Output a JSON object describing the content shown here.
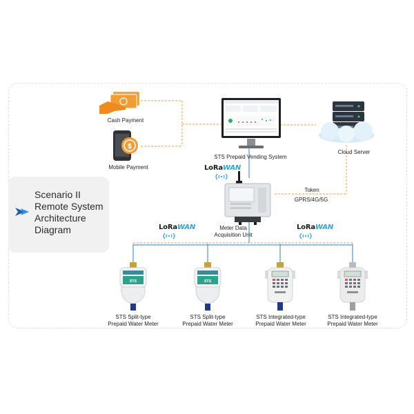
{
  "scenario": {
    "lines": [
      "Scenario II",
      "Remote System",
      "Architecture",
      "Diagram"
    ]
  },
  "nodes": {
    "cash_payment": "Cash Payment",
    "mobile_payment": "Mobile Payment",
    "vending_system": "STS Prepaid Vending System",
    "cloud_server": "Cloud Server",
    "token": "Token",
    "network": "GPRS/4G/5G",
    "dcu": [
      "Meter Data",
      "Acquisition Unit"
    ],
    "meters": [
      [
        "STS Split-type",
        "Prepaid Water Meter"
      ],
      [
        "STS Split-type",
        "Prepaid Water Meter"
      ],
      [
        "STS Integrated-type",
        "Prepaid Water Meter"
      ],
      [
        "STS Integrated-type",
        "Prepaid Water Meter"
      ]
    ]
  },
  "lorawan": {
    "lo": "LoRa",
    "wan": "WAN"
  },
  "colors": {
    "orange": "#f39c35",
    "blue": "#2a7fd0",
    "lora_blue": "#29a8e0"
  }
}
